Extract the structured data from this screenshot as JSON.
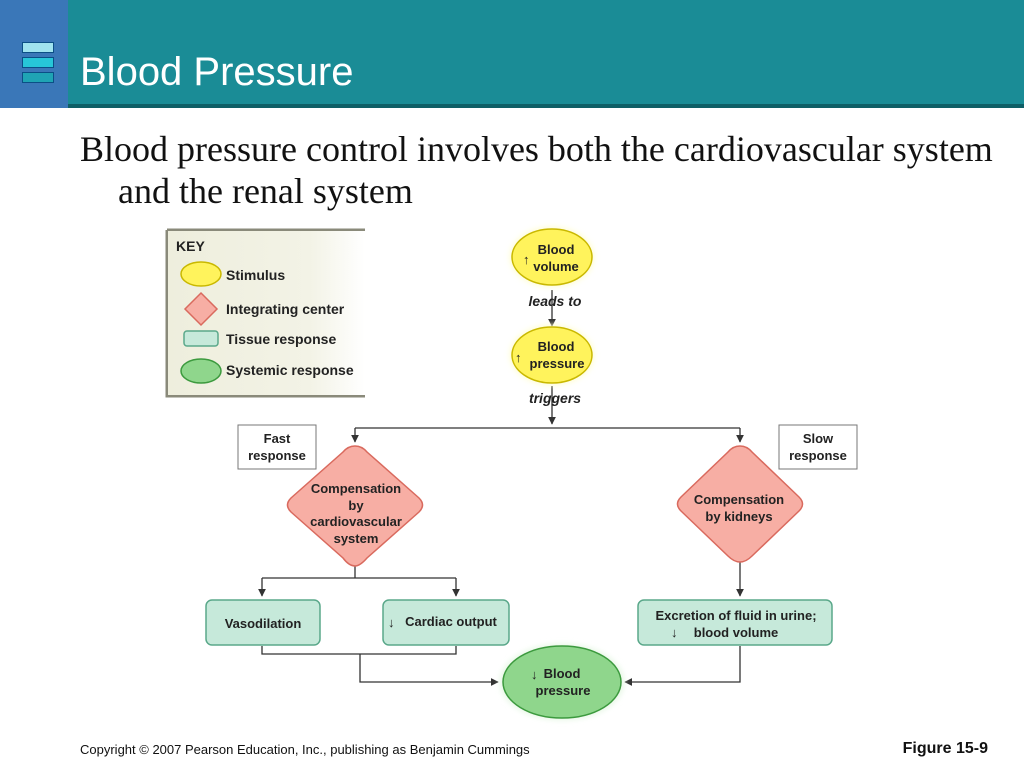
{
  "slide": {
    "title": "Blood Pressure",
    "body": "Blood pressure control involves both the cardiovascular system and the renal system",
    "copyright": "Copyright © 2007 Pearson Education, Inc., publishing as Benjamin Cummings",
    "figure": "Figure 15-9"
  },
  "key": {
    "heading": "KEY",
    "items": {
      "stimulus": "Stimulus",
      "integrating": "Integrating center",
      "tissue": "Tissue response",
      "systemic": "Systemic response"
    }
  },
  "nodes": {
    "blood_volume": {
      "arrow": "↑",
      "line1": "Blood",
      "line2": "volume"
    },
    "blood_pressure": {
      "arrow": "↑",
      "line1": "Blood",
      "line2": "pressure"
    },
    "fast_response": {
      "line1": "Fast",
      "line2": "response"
    },
    "slow_response": {
      "line1": "Slow",
      "line2": "response"
    },
    "comp_cardio": {
      "line1": "Compensation",
      "line2": "by",
      "line3": "cardiovascular",
      "line4": "system"
    },
    "comp_kidneys": {
      "line1": "Compensation",
      "line2": "by kidneys"
    },
    "vasodilation": {
      "label": "Vasodilation"
    },
    "cardiac_output": {
      "arrow": "↓",
      "label": "Cardiac output"
    },
    "excretion": {
      "line1": "Excretion of fluid in urine;",
      "arrow": "↓",
      "line2": "blood volume"
    },
    "result_pressure": {
      "arrow": "↓",
      "line1": "Blood",
      "line2": "pressure"
    }
  },
  "connectors": {
    "leads_to": "leads to",
    "triggers": "triggers"
  },
  "colors": {
    "header": "#1a8c96",
    "stimulus_fill": "#fff35c",
    "integrating_fill": "#f7aea4",
    "tissue_fill": "#c6e9da",
    "systemic_fill": "#8fd68c"
  }
}
